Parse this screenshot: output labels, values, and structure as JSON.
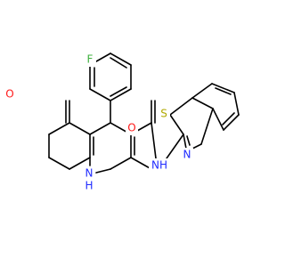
{
  "molecule": {
    "colors": {
      "bond": "#000000",
      "N": "#1f2bff",
      "O": "#ff1a1a",
      "F": "#3fb13f",
      "S": "#b0a800",
      "H": "#1f2bff"
    },
    "atoms": {
      "F": "F",
      "O_ketone": "O",
      "O_amide": "O",
      "NH_amide": "NH",
      "NH_ring": "N",
      "H_ring": "H",
      "S_thiazole": "S",
      "N_thiazole": "N"
    }
  }
}
